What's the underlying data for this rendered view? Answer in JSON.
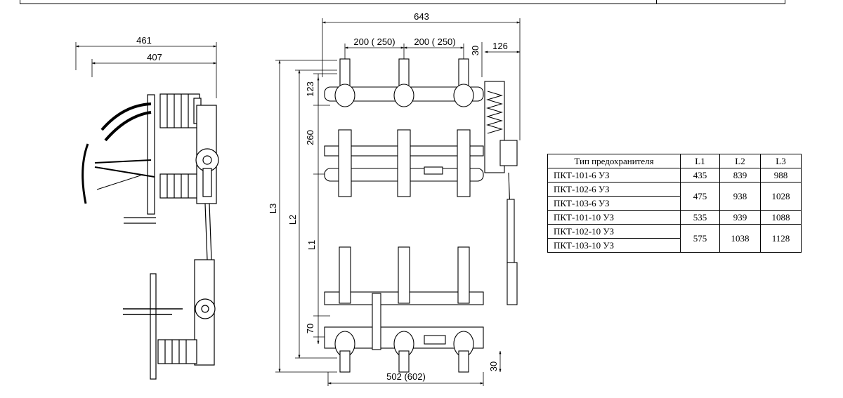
{
  "dimensions": {
    "side_total_width": "461",
    "side_inner_width": "407",
    "front_total_width": "643",
    "pitch_1": "200 ( 250)",
    "pitch_2": "200 ( 250)",
    "top_offset": "30",
    "right_offset": "126",
    "top_height": "123",
    "mid_height": "260",
    "label_l3": "L3",
    "label_l2": "L2",
    "label_l1": "L1",
    "bottom_height": "70",
    "base_width": "502 (602)",
    "bottom_offset": "30"
  },
  "table": {
    "headers": [
      "Тип предохранителя",
      "L1",
      "L2",
      "L3"
    ],
    "rows": [
      {
        "types": [
          "ПКТ-101-6 УЗ"
        ],
        "l1": "435",
        "l2": "839",
        "l3": "988"
      },
      {
        "types": [
          "ПКТ-102-6 УЗ",
          "ПКТ-103-6 УЗ"
        ],
        "l1": "475",
        "l2": "938",
        "l3": "1028"
      },
      {
        "types": [
          "ПКТ-101-10 УЗ"
        ],
        "l1": "535",
        "l2": "939",
        "l3": "1088"
      },
      {
        "types": [
          "ПКТ-102-10 УЗ",
          "ПКТ-103-10 УЗ"
        ],
        "l1": "575",
        "l2": "1038",
        "l3": "1128"
      }
    ]
  }
}
